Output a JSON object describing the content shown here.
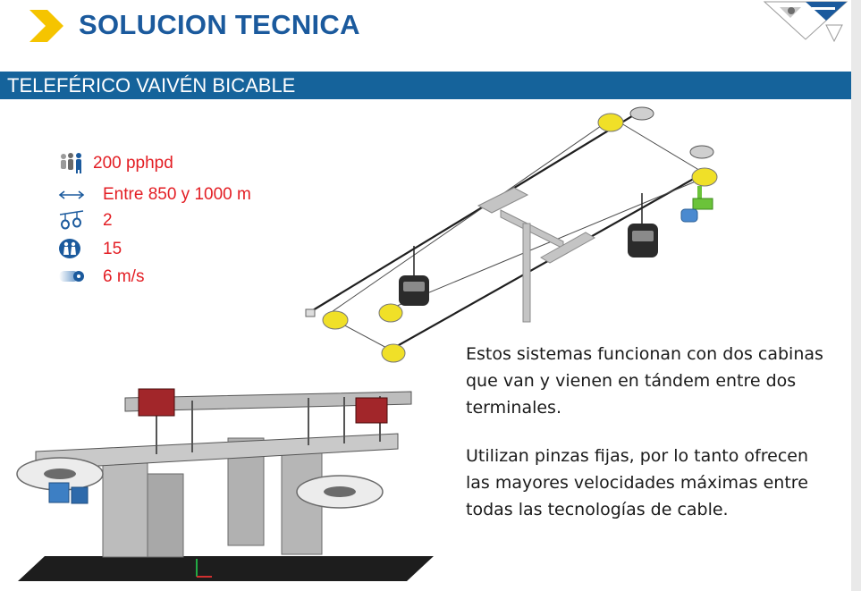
{
  "slide": {
    "title": "SOLUCION TECNICA",
    "subtitle": "TELEFÉRICO VAIVÉN BICABLE",
    "accent_color": "#f5c400",
    "brand_color": "#1b5a9d",
    "banner_color": "#15639b",
    "value_color": "#e31e24"
  },
  "specs": [
    {
      "icon": "people-group-icon",
      "value": "200 pphpd"
    },
    {
      "icon": "double-arrow-icon",
      "value": "Entre 850 y 1000 m"
    },
    {
      "icon": "cabin-count-icon",
      "value": "2"
    },
    {
      "icon": "passengers-icon",
      "value": "15"
    },
    {
      "icon": "speed-icon",
      "value": "6 m/s"
    }
  ],
  "description": {
    "paragraph1": [
      "Estos sistemas funcionan con dos cabinas",
      "que van y vienen en tándem entre dos",
      "terminales."
    ],
    "paragraph2": [
      "Utilizan pinzas fijas, por lo tanto ofrecen",
      "las mayores velocidades máximas entre",
      "todas las tecnologías de cable."
    ]
  }
}
